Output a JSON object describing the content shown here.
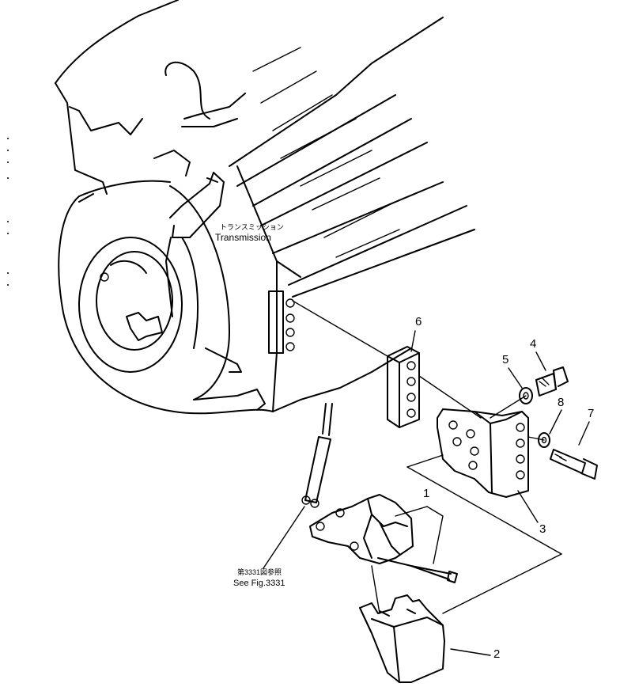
{
  "labels": {
    "transmission_jp": "トランスミッション",
    "transmission_en": "Transmission",
    "see_fig_jp": "第3331図参照",
    "see_fig_en": "See Fig.3331"
  },
  "callouts": [
    "1",
    "2",
    "3",
    "4",
    "5",
    "6",
    "7",
    "8"
  ]
}
